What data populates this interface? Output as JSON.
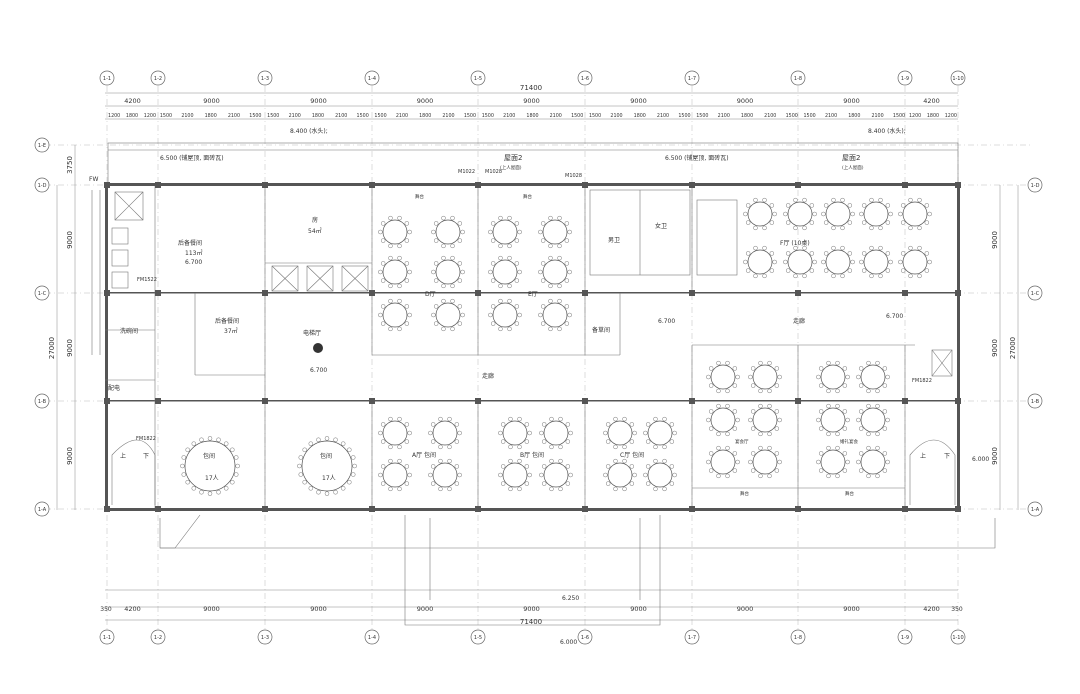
{
  "axes": {
    "columns": [
      "1-1",
      "1-2",
      "1-3",
      "1-4",
      "1-5",
      "1-6",
      "1-7",
      "1-8",
      "1-9",
      "1-10"
    ],
    "rows": [
      "1-D",
      "1-C",
      "1-B",
      "1-A"
    ],
    "row_top": "1-E"
  },
  "dimensions": {
    "overall_top": "71400",
    "overall_bottom": "71400",
    "top_bays": [
      "4200",
      "9000",
      "9000",
      "9000",
      "9000",
      "9000",
      "9000",
      "9000",
      "4200"
    ],
    "bottom_bays": [
      "4200",
      "9000",
      "9000",
      "9000",
      "9000",
      "9000",
      "9000",
      "9000",
      "4200"
    ],
    "bottom_ends": [
      "350",
      "350"
    ],
    "sub_top": [
      "1200",
      "1800",
      "1200",
      "1500",
      "2100",
      "1800",
      "2100",
      "1500",
      "1500",
      "2100",
      "1800",
      "2100",
      "1500",
      "1500",
      "2100",
      "1800",
      "2100",
      "1500",
      "1500",
      "2100",
      "1800",
      "2100",
      "1500",
      "1500",
      "2100",
      "1800",
      "2100",
      "1500",
      "1500",
      "2100",
      "1800",
      "2100",
      "1500",
      "1500",
      "2100",
      "1800",
      "2100",
      "1500",
      "1200",
      "1800",
      "1200"
    ],
    "left_total": "27000",
    "left_bays": [
      "9000",
      "9000",
      "9000"
    ],
    "left_top": "3750",
    "right_total": "27000",
    "right_bays": [
      "9000",
      "9000",
      "9000"
    ]
  },
  "labels": {
    "elev_roof_left": "8.400 (水头);",
    "elev_roof_right": "8.400 (水头);",
    "elev_6500_left": "6.500 (铺屋顶, 面砖瓦)",
    "elev_6500_right": "6.500 (铺屋顶, 面砖瓦)",
    "roof_top_1": "屋面2",
    "roof_top_1_note": "(上人屋面)",
    "roof_top_2": "屋面2",
    "roof_top_2_note": "(上人屋面)",
    "fw": "FW",
    "kitchen_a": "后备餐间",
    "kitchen_a_area": "113㎡",
    "kitchen_a_elev": "6.700",
    "kitchen_b": "后备餐间",
    "kitchen_b_area": "37㎡",
    "kitchen_room": "房",
    "kitchen_room_area": "54㎡",
    "elevator_hall": "电梯厅",
    "elevator_hall_elev": "6.700",
    "wash_room": "洗碗间",
    "power_room": "配电",
    "hall_d": "D厅",
    "hall_e": "E厅",
    "hall_a": "A厅 包间",
    "hall_b": "B厅 包间",
    "hall_c": "C厅 包间",
    "hall_f": "F厅 (10桌)",
    "hall_g": "宴会厅",
    "hall_h": "婚礼宴会",
    "private_1": "包间",
    "private_1_note": "17人",
    "private_2": "包间",
    "private_2_note": "17人",
    "corridor_1": "走廊",
    "corridor_2": "走廊",
    "tea_room": "备草间",
    "elev_center": "6.700",
    "elev_right": "6.700",
    "elev_far_right": "6.000",
    "elev_bottom": "6.250",
    "elev_bottom_2": "6.000",
    "toilet_m": "男卫",
    "toilet_f": "女卫",
    "stage_1": "舞台",
    "stage_2": "舞台",
    "stage_3": "舞台",
    "stage_4": "舞台",
    "door_m1022": "M1022",
    "door_m1028a": "M1028",
    "door_m1028b": "M1028",
    "door_fm1522": "FM1522",
    "door_fm1822": "FM1822",
    "door_fm1822b": "FM1822",
    "stair_up": "上",
    "stair_down": "下",
    "stair_up_2": "上",
    "stair_down_2": "下"
  }
}
